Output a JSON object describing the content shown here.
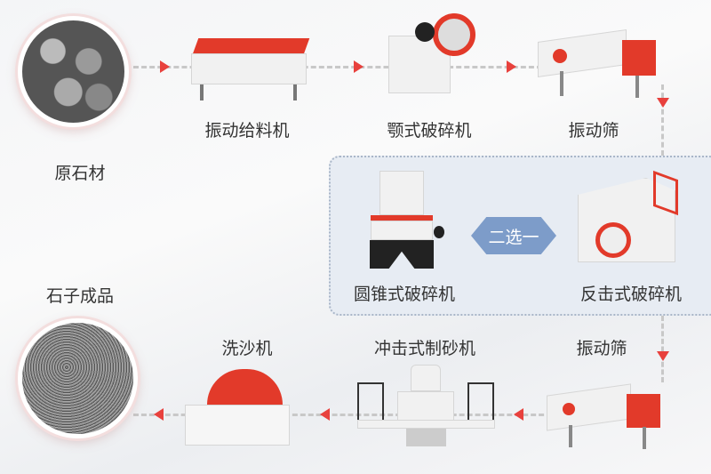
{
  "steps": {
    "raw": "原石材",
    "feeder": "振动给料机",
    "jaw": "颚式破碎机",
    "screen1": "振动筛",
    "cone": "圆锥式破碎机",
    "choice": "二选一",
    "impact": "反击式破碎机",
    "screen2": "振动筛",
    "vsi": "冲击式制砂机",
    "washer": "洗沙机",
    "product": "石子成品"
  },
  "colors": {
    "arrow": "#e8413d",
    "choice_badge": "#7d9cc9",
    "machine_accent": "#e23a2a",
    "option_box": "#e7ecf3"
  },
  "icons": {
    "flow_arrow": "triangle-arrow"
  }
}
